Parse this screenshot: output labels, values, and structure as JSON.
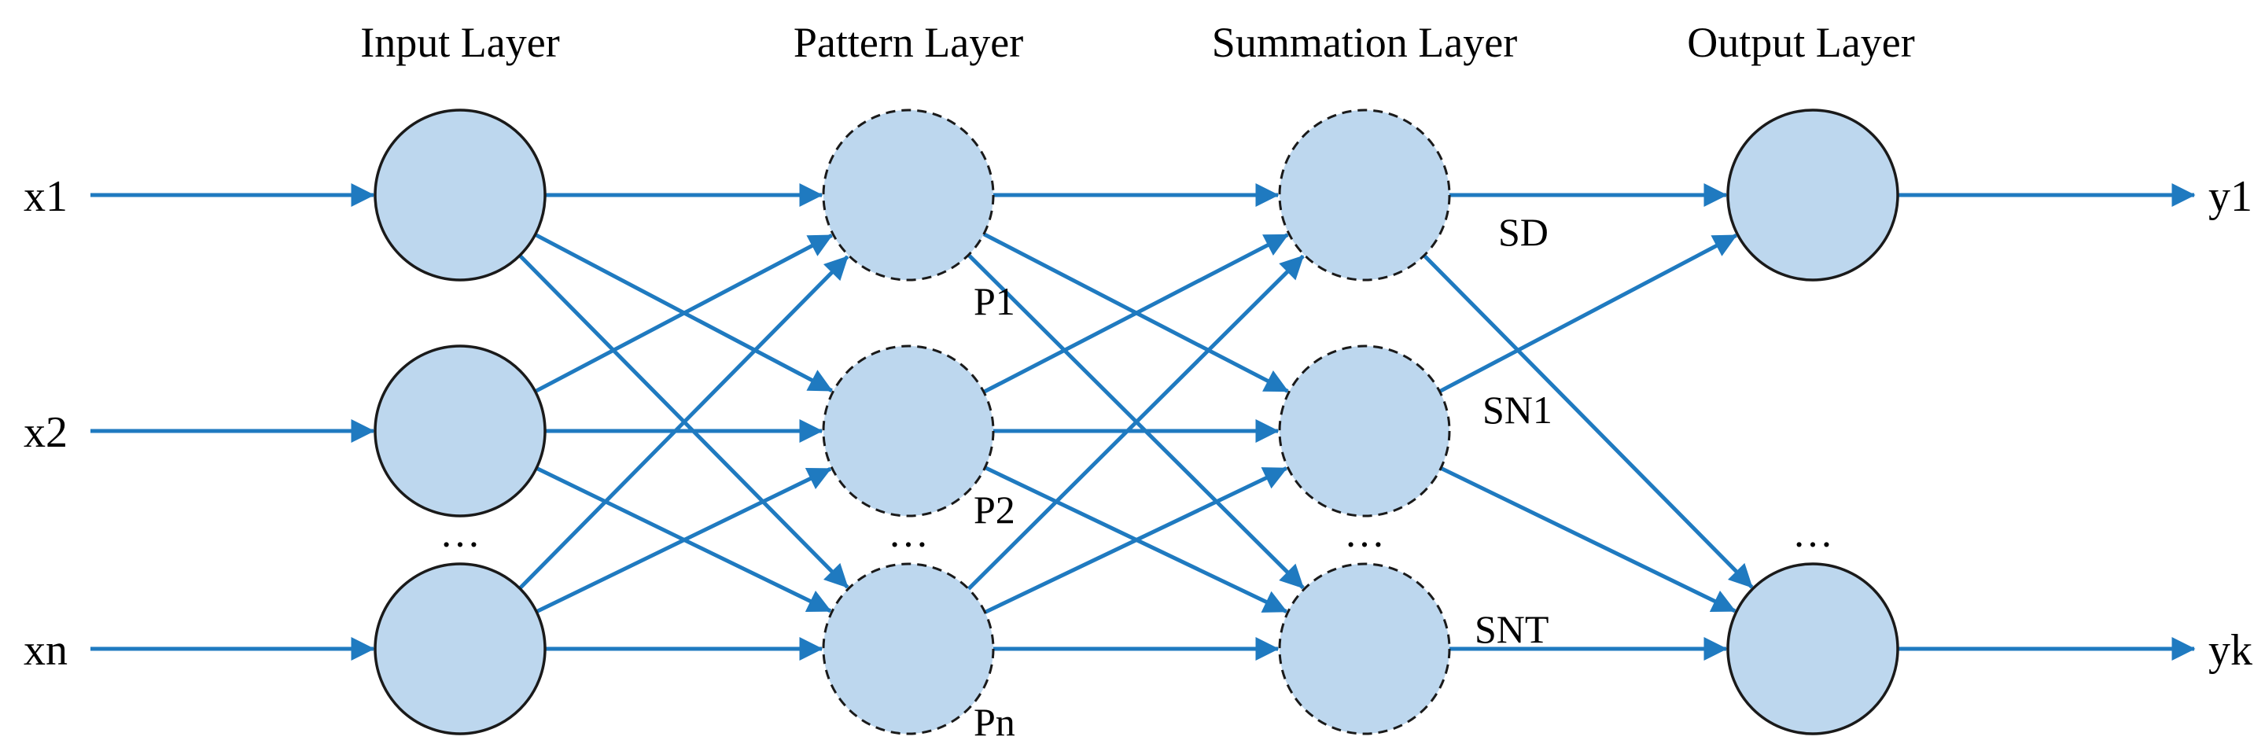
{
  "colors": {
    "edge": "#1f7ac0",
    "node_fill": "#bdd7ee",
    "node_stroke": "#1a1a1a"
  },
  "layers": [
    {
      "id": "input",
      "title": "Input Layer"
    },
    {
      "id": "pattern",
      "title": "Pattern Layer"
    },
    {
      "id": "summation",
      "title": "Summation Layer"
    },
    {
      "id": "output",
      "title": "Output Layer"
    }
  ],
  "inputs": [
    "x1",
    "x2",
    "xn"
  ],
  "outputs": [
    "y1",
    "yk"
  ],
  "pattern_nodes": [
    "P1",
    "P2",
    "Pn"
  ],
  "summation_nodes": [
    "SD",
    "SN1",
    "SNT"
  ],
  "ellipsis": "…"
}
